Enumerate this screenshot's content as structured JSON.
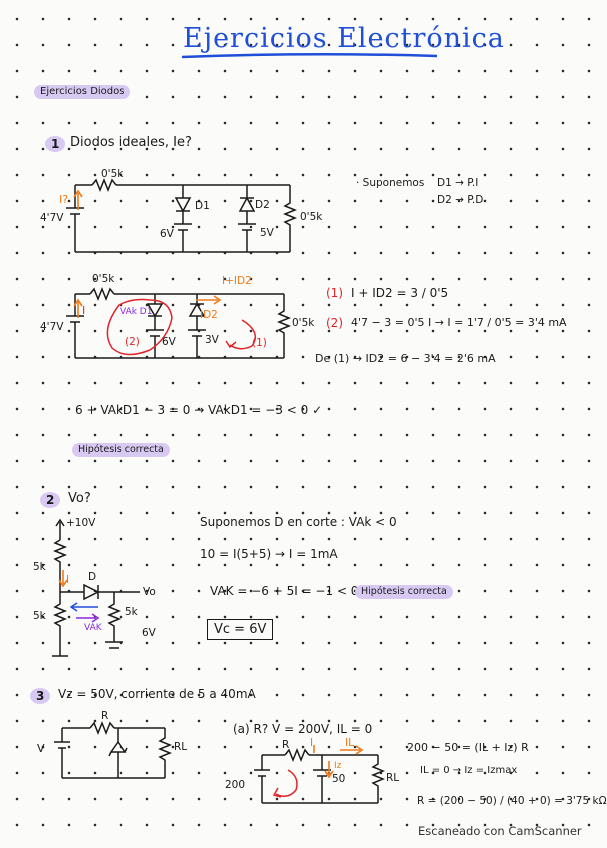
{
  "page": {
    "title": "Ejercicios Electrónica",
    "section": "Ejercicios Diodos"
  },
  "ex1": {
    "number": "1",
    "heading": "Diodos ideales, Ie?",
    "suponemos": "· Suponemos",
    "d1": "D1 → P.I",
    "d2": "D2 → P.D",
    "r1": "0'5k",
    "r2": "0'5k",
    "v47": "4'7V",
    "v6": "6V",
    "v5": "5V",
    "lblD1": "D1",
    "lblD2": "D2",
    "lblI": "I?",
    "c2_r1": "0'5k",
    "c2_r2": "0'5k",
    "c2_v47": "4'7V",
    "c2_v6": "6V",
    "c2_v3": "3V",
    "c2_i": "I",
    "c2_iiD2": "I+ID2",
    "c2_id2": "ID2",
    "c2_vak": "VAk D1",
    "c2_m1": "(1)",
    "c2_m2": "(2)",
    "eq1_n": "(1)",
    "eq1": "I + ID2 = 3 / 0'5",
    "eq2_n": "(2)",
    "eq2": "4'7 − 3 = 0'5 I  →  I = 1'7 / 0'5 = 3'4 mA",
    "eq3": "De (1) → ID2 = 6 − 3'4 = 2'6 mA",
    "eq4": "6 + VAkD1 − 3 = 0  →  VAkD1 = −3 < 0  ✓",
    "correct": "Hipótesis correcta"
  },
  "ex2": {
    "number": "2",
    "heading": "Vo?",
    "plus10": "+10V",
    "r_top": "5k",
    "r_bot": "5k",
    "r_right": "5k",
    "v6": "6V",
    "lbl_d": "D",
    "lbl_i": "I",
    "lbl_vo": "Vo",
    "lbl_vak": "VAK",
    "line1": "Suponemos  D en corte :  VAk < 0",
    "line2": "10 = I(5+5)  →  I = 1mA",
    "line3": "VAK = −6 + 5I = −1 < 0",
    "correct": "Hipótesis correcta",
    "result": "Vc = 6V"
  },
  "ex3": {
    "number": "3",
    "heading": "Vz = 50V, corriente de 5 a 40mA",
    "lbl_r": "R",
    "lbl_v": "V",
    "lbl_rl": "RL",
    "parta": "(a) R?  V = 200V, IL = 0",
    "a_r": "R",
    "a_i": "I",
    "a_il": "IL",
    "a_iz": "Iz",
    "a_200": "200",
    "a_50": "50",
    "a_rl": "RL",
    "eq1": "200 − 50 = (IL + Iz) R",
    "eq2": "IL = 0  →  Iz = Izmax",
    "eq3": "R = (200 − 50) / (40 + 0) = 3'75 kΩ"
  },
  "footer": "Escaneado con CamScanner"
}
